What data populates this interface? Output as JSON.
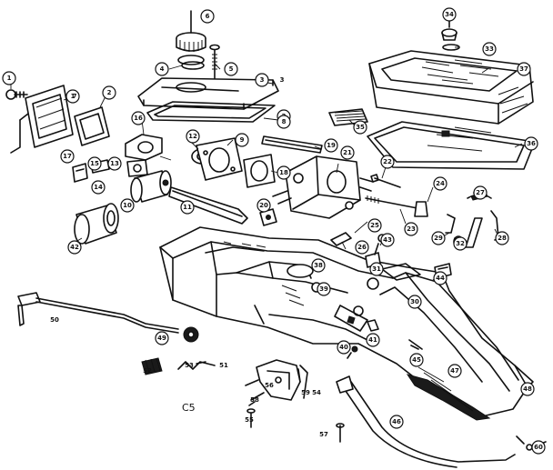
{
  "diagram": {
    "page_code": "C5",
    "callouts": [
      "6",
      "5",
      "4",
      "3",
      "2",
      "1",
      "1",
      "2",
      "3",
      "7",
      "8",
      "12",
      "9",
      "10",
      "11",
      "13",
      "14",
      "15",
      "16",
      "17",
      "18",
      "19",
      "20",
      "21",
      "22",
      "23",
      "24",
      "25",
      "26",
      "27",
      "28",
      "29",
      "30",
      "31",
      "32",
      "33",
      "34",
      "35",
      "36",
      "37",
      "38",
      "39",
      "40",
      "41",
      "42",
      "43",
      "44",
      "45",
      "46",
      "47",
      "48",
      "49",
      "50",
      "51",
      "52",
      "53",
      "54",
      "55",
      "56",
      "57",
      "58",
      "59",
      "60"
    ]
  }
}
